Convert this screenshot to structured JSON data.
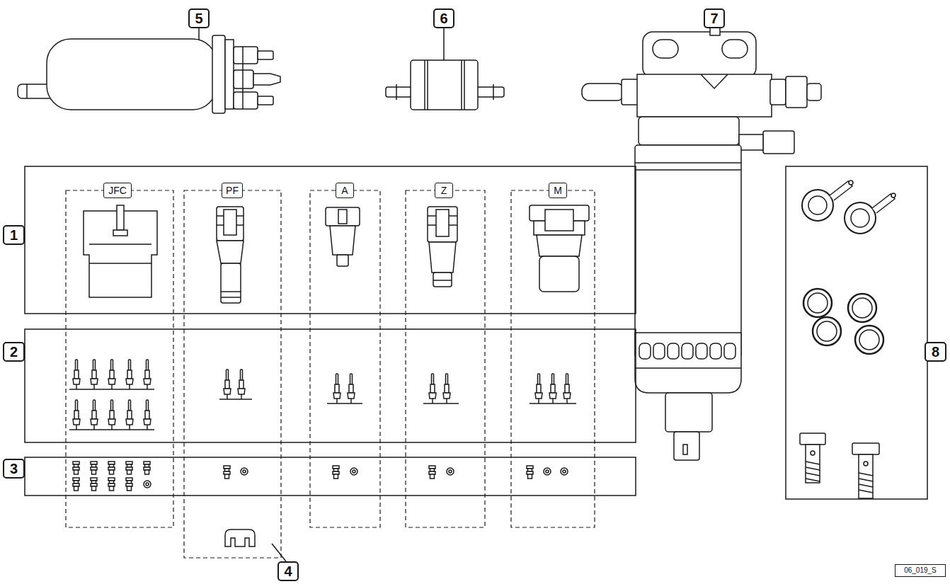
{
  "diagram": {
    "nodes": [
      {
        "text": [
          "5"
        ]
      },
      {
        "text": [
          "6"
        ]
      },
      {
        "text": [
          "7"
        ]
      },
      {
        "text": [
          "1"
        ]
      },
      {
        "text": [
          "JFC"
        ]
      },
      {
        "text": [
          "PF"
        ]
      },
      {
        "text": [
          "A"
        ]
      },
      {
        "text": [
          "Z"
        ]
      },
      {
        "text": [
          "M"
        ]
      },
      {
        "text": [
          "8"
        ]
      },
      {
        "text": [
          "2"
        ]
      },
      {
        "text": [
          "3"
        ]
      },
      {
        "text": [
          "4"
        ]
      },
      {
        "text": [
          "06_019_S"
        ]
      }
    ]
  }
}
